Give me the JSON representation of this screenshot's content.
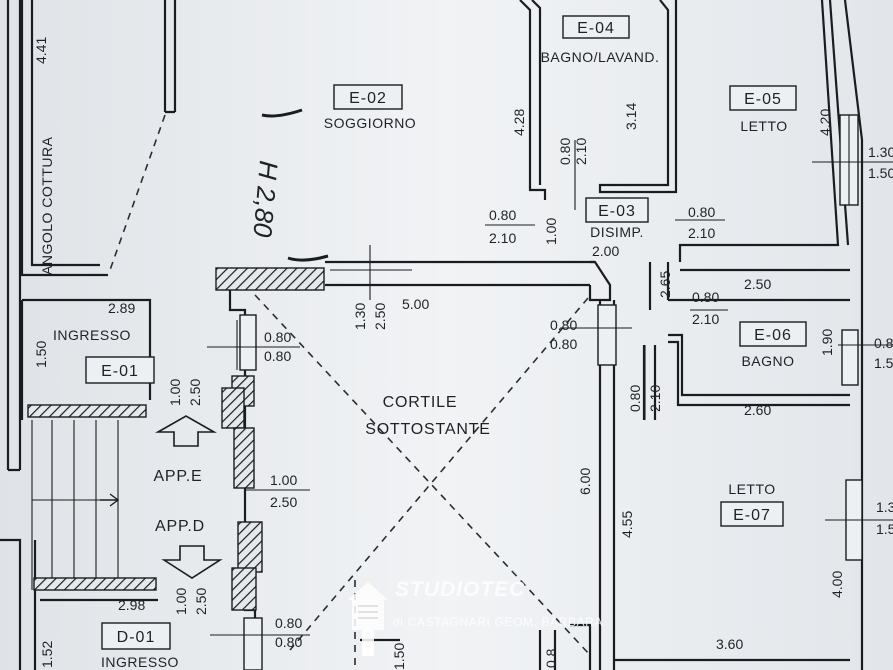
{
  "rooms": [
    {
      "id": "E-02",
      "name": "SOGGIORNO"
    },
    {
      "id": "E-04",
      "name": "BAGNO/LAVAND."
    },
    {
      "id": "E-05",
      "name": "LETTO"
    },
    {
      "id": "E-03",
      "name": "DISIMP."
    },
    {
      "id": "E-01",
      "name": "INGRESSO"
    },
    {
      "id": "E-06",
      "name": "BAGNO"
    },
    {
      "id": "E-07",
      "name": "LETTO"
    },
    {
      "id": "D-01",
      "name": "INGRESSO"
    }
  ],
  "labels": {
    "kitchen": "ANGOLO COTTURA",
    "courtyard_line1": "CORTILE",
    "courtyard_line2": "SOTTOSTANTE",
    "app_e": "APP.E",
    "app_d": "APP.D",
    "height_note": "H 2,80"
  },
  "dimensions": {
    "d_441": "4.41",
    "d_428": "4.28",
    "d_314": "3.14",
    "d_420": "4.20",
    "d_080_210_bagno": [
      "0.80",
      "2.10"
    ],
    "d_130_150_letto": [
      "1.30",
      "1.50"
    ],
    "d_080_210_sogg": [
      "0.80",
      "2.10"
    ],
    "d_100_sogg": "1.00",
    "d_080_210_dis": [
      "0.80",
      "2.10"
    ],
    "d_200": "2.00",
    "d_265": "2.65",
    "d_250_bagno": "2.50",
    "d_080_210_bagno2": [
      "0.80",
      "2.10"
    ],
    "d_190": "1.90",
    "d_080_150_bagno": [
      "0.80",
      "1.50"
    ],
    "d_289": "2.89",
    "d_150": "1.50",
    "d_130_250": [
      "1.30",
      "2.50"
    ],
    "d_500": "5.00",
    "d_080_080_a": [
      "0.80",
      "0.80"
    ],
    "d_080_080_b": [
      "0.80",
      "0.80"
    ],
    "d_080_210_e07": [
      "0.80",
      "2.10"
    ],
    "d_260": "2.60",
    "d_100_250_a": [
      "1.00",
      "2.50"
    ],
    "d_100_250_mid": [
      "1.00",
      "2.50"
    ],
    "d_600": "6.00",
    "d_455": "4.55",
    "d_130_150_e07": [
      "1.3",
      "1.5"
    ],
    "d_298": "2.98",
    "d_100_250_b": [
      "1.00",
      "2.50"
    ],
    "d_400": "4.00",
    "d_080_080_c": [
      "0.80",
      "0.80"
    ],
    "d_152": "1.52",
    "d_150_bottom": "1.50",
    "d_08_bottom": "0.8",
    "d_360": "3.60"
  },
  "watermark": {
    "brand": "STUDIOTEC",
    "line2": "di CASTAGNARI  GEOM. BARBARA"
  }
}
